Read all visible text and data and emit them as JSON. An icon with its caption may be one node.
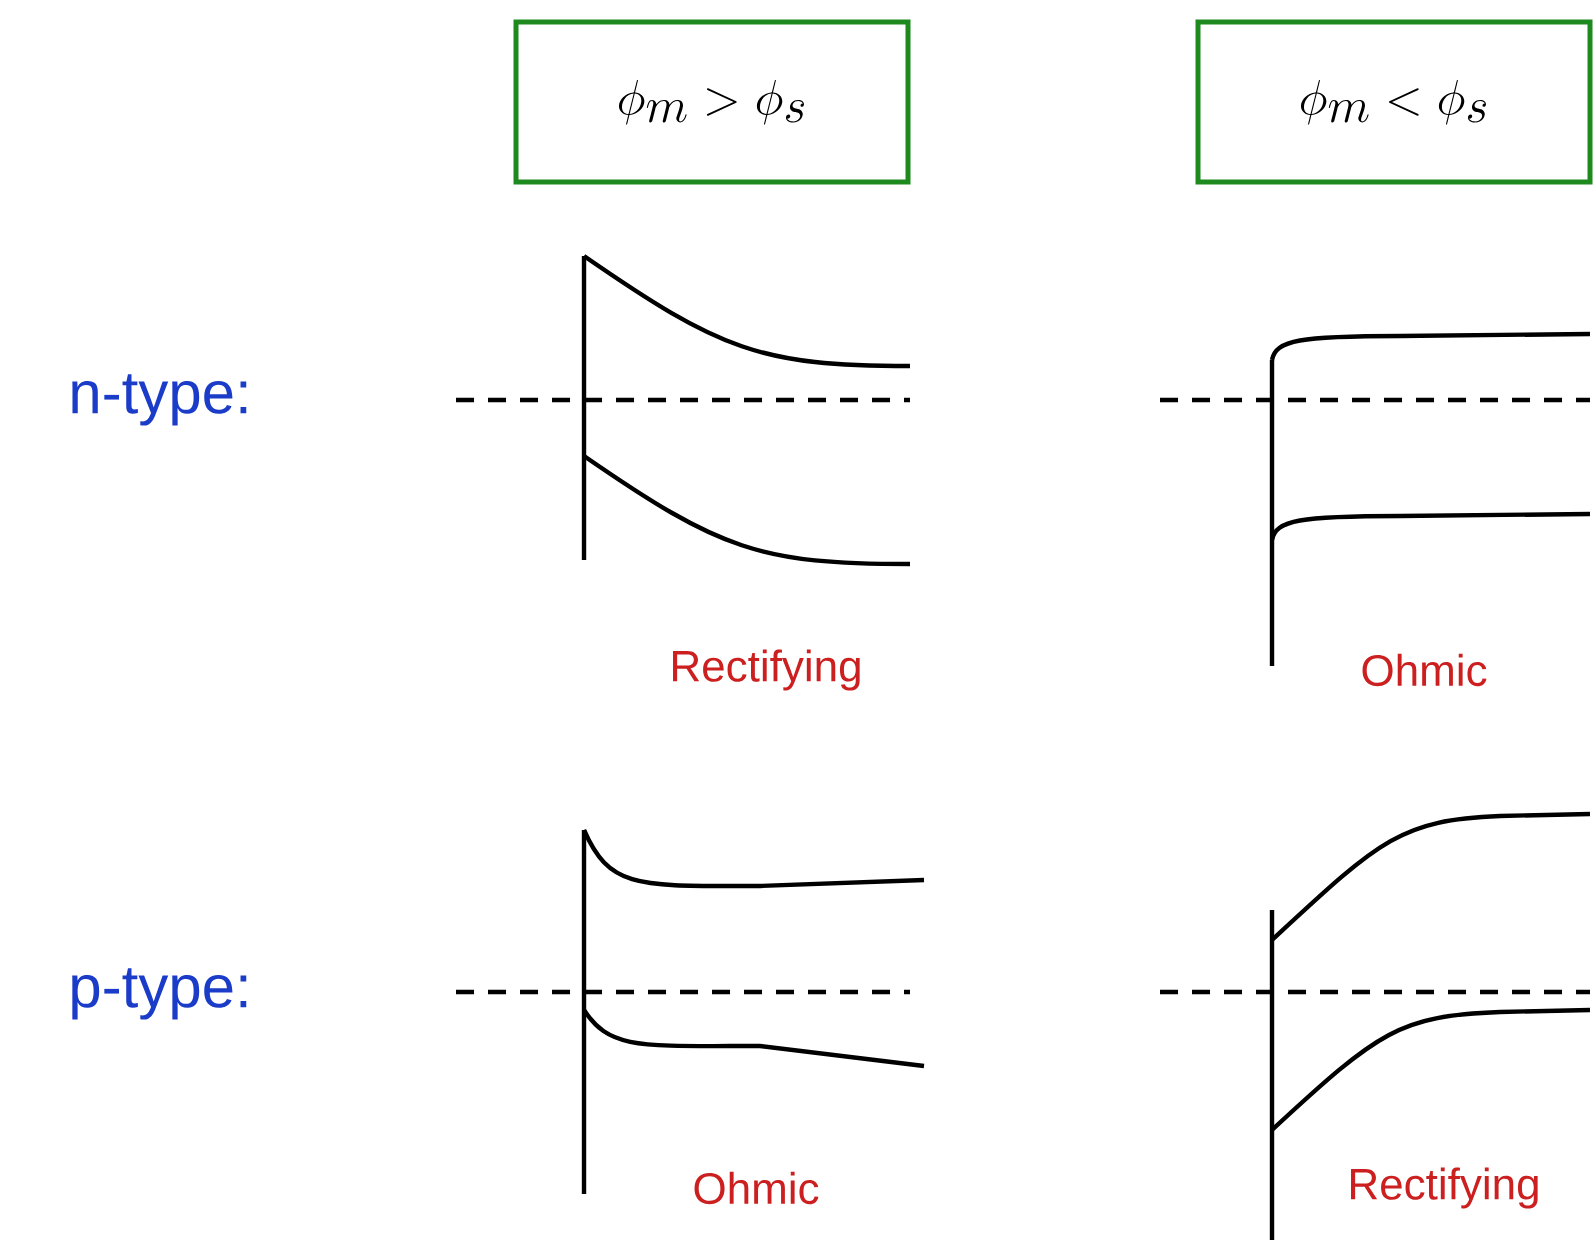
{
  "diagram": {
    "nodes": [
      {
        "text": [
          "\\phi_m > \\phi_s"
        ]
      },
      {
        "text": [
          "\\phi_m < \\phi_s"
        ]
      }
    ],
    "labels": [
      "n-type:",
      "Rectifying",
      "Ohmic",
      "p-type:",
      "Ohmic",
      "Rectifying"
    ]
  }
}
